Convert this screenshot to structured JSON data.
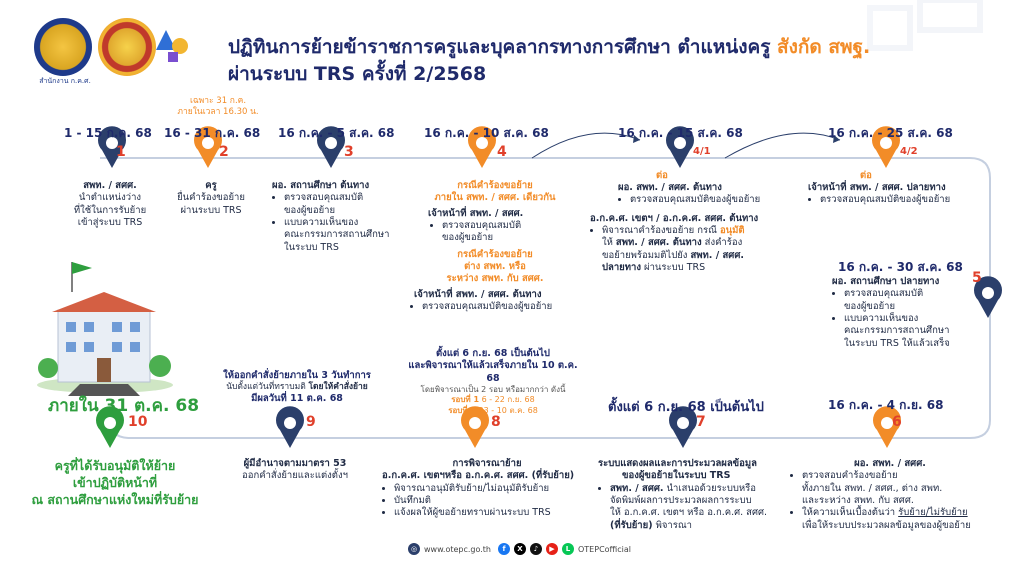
{
  "header": {
    "org_caption": "สำนักงาน ก.ค.ศ.",
    "title_line1_main": "ปฏิทินการย้ายข้าราชการครูและบุคลากรทางการศึกษา ตำแหน่งครู ",
    "title_line1_highlight": "สังกัด สพฐ.",
    "title_line2": "ผ่านระบบ TRS ครั้งที่ 2/2568"
  },
  "steps": {
    "s1": {
      "date": "1 - 15 ก.ค. 68",
      "num": "1",
      "head": "สพท. / สศศ.",
      "body": "นำตำแหน่งว่าง\nที่ใช้ในการรับย้าย\nเข้าสู่ระบบ TRS"
    },
    "s2": {
      "date": "16 - 31 ก.ค. 68",
      "num": "2",
      "note1": "เฉพาะ 31 ก.ค.",
      "note2": "ภายในเวลา 16.30 น.",
      "head": "ครู",
      "body": "ยื่นคำร้องขอย้าย\nผ่านระบบ TRS"
    },
    "s3": {
      "date": "16 ก.ค. - 5 ส.ค. 68",
      "num": "3",
      "head": "ผอ. สถานศึกษา ต้นทาง",
      "b1": "ตรวจสอบคุณสมบัติ\nของผู้ขอย้าย",
      "b2": "แบบความเห็นของ\nคณะกรรมการสถานศึกษา\nในระบบ TRS"
    },
    "s4": {
      "date": "16 ก.ค. - 10 ส.ค. 68",
      "num": "4",
      "case1_l1": "กรณีคำร้องขอย้าย",
      "case1_l2": "ภายใน สพท. / สศศ. เดียวกัน",
      "case1_head": "เจ้าหน้าที่ สพท. / สศศ.",
      "case1_b1": "ตรวจสอบคุณสมบัติ\nของผู้ขอย้าย",
      "case2_l1": "กรณีคำร้องขอย้าย",
      "case2_l2": "ต่าง สพท. หรือ",
      "case2_l3": "ระหว่าง สพท. กับ สศศ.",
      "case2_head": "เจ้าหน้าที่ สพท. / สศศ. ต้นทาง",
      "case2_b1": "ตรวจสอบคุณสมบัติของผู้ขอย้าย"
    },
    "s41": {
      "date": "16 ก.ค. - 15 ส.ค. 68",
      "tag": "ต่อ",
      "num": "4/1",
      "head1": "ผอ. สพท. / สศศ. ต้นทาง",
      "b1": "ตรวจสอบคุณสมบัติของผู้ขอย้าย",
      "head2": "อ.ก.ค.ศ. เขตฯ / อ.ก.ค.ศ. สศศ. ต้นทาง",
      "b2_a": "พิจารณาคำร้องขอย้าย กรณี ",
      "b2_approve": "อนุมัติ",
      "b2_b": "ให้ ",
      "b2_c": "สพท. / สศศ. ต้นทาง",
      "b2_d": " ส่งคำร้อง",
      "b2_e": "ขอย้ายพร้อมมติไปยัง ",
      "b2_f": "สพท. / สศศ.",
      "b2_g": "ปลายทาง",
      "b2_h": " ผ่านระบบ TRS"
    },
    "s42": {
      "date": "16 ก.ค. - 25 ส.ค. 68",
      "tag": "ต่อ",
      "num": "4/2",
      "head": "เจ้าหน้าที่ สพท. / สศศ. ปลายทาง",
      "b1": "ตรวจสอบคุณสมบัติของผู้ขอย้าย"
    },
    "s5": {
      "date": "16 ก.ค. - 30 ส.ค. 68",
      "num": "5",
      "head": "ผอ. สถานศึกษา ปลายทาง",
      "b1": "ตรวจสอบคุณสมบัติ\nของผู้ขอย้าย",
      "b2": "แบบความเห็นของ\nคณะกรรมการสถานศึกษา\nในระบบ TRS ให้แล้วเสร็จ"
    },
    "s6": {
      "date": "16 ก.ค. - 4 ก.ย. 68",
      "num": "6",
      "head": "ผอ. สพท. / สศศ.",
      "b1": "ตรวจสอบคำร้องขอย้าย\nทั้งภายใน สพท. / สศศ., ต่าง สพท.\nและระหว่าง สพท. กับ สศศ.",
      "b2_a": "ให้ความเห็นเบื้องต้นว่า ",
      "b2_u": "รับย้าย/ไม่รับย้าย",
      "b2_b": "เพื่อให้ระบบประมวลผลข้อมูลของผู้ขอย้าย"
    },
    "s7": {
      "date": "ตั้งแต่ 6 ก.ย. 68 เป็นต้นไป",
      "num": "7",
      "head1": "ระบบแสดงผลและการประมวลผลข้อมูล",
      "head2": "ของผู้ขอย้ายในระบบ TRS",
      "b1_a": "สพท. / สศศ.",
      "b1_b": " นำเสนอด้วยระบบหรือ\nจัดพิมพ์ผลการประมวลผลการระบบ\nให้ อ.ก.ค.ศ. เขตฯ หรือ อ.ก.ค.ศ. สศศ.",
      "b1_c": "(ที่รับย้าย)",
      "b1_d": " พิจารณา"
    },
    "s8": {
      "num": "8",
      "top1": "ตั้งแต่ 6 ก.ย. 68 เป็นต้นไป",
      "top2": "และพิจารณาให้แล้วเสร็จภายใน 10 ต.ค. 68",
      "top3": "โดยพิจารณาเป็น 2 รอบ หรือมากกว่า ดังนี้",
      "r1_label": "รอบที่ 1",
      "r1_val": "6 - 22 ก.ย. 68",
      "r2_label": "รอบที่ 2",
      "r2_val": "23 - 10 ต.ค. 68",
      "head1": "การพิจารณาย้าย",
      "head2": "อ.ก.ค.ศ. เขตฯหรือ อ.ก.ค.ศ. สศศ. (ที่รับย้าย)",
      "b1": "พิจารณาอนุมัติรับย้าย/ไม่อนุมัติรับย้าย",
      "b2": "บันทึกมติ",
      "b3": "แจ้งผลให้ผู้ขอย้ายทราบผ่านระบบ TRS"
    },
    "s9": {
      "num": "9",
      "top1": "ให้ออกคำสั่งย้ายภายใน 3 วันทำการ",
      "top2_a": "นับตั้งแต่วันที่ทราบมติ ",
      "top2_b": "โดยให้คำสั่งย้าย",
      "top3": "มีผลวันที่ 11 ต.ค. 68",
      "head": "ผู้มีอำนาจตามมาตรา 53",
      "body": "ออกคำสั่งย้ายและแต่งตั้งฯ"
    },
    "s10": {
      "num": "10",
      "date": "ภายใน 31 ต.ค. 68",
      "l1": "ครูที่ได้รับอนุมัติให้ย้าย",
      "l2": "เข้าปฏิบัติหน้าที่",
      "l3": "ณ สถานศึกษาแห่งใหม่ที่รับย้าย"
    }
  },
  "footer": {
    "website": "www.otepc.go.th",
    "social": "OTEPCofficial"
  },
  "colors": {
    "navy": "#2b3f6b",
    "orange": "#f28c28",
    "red": "#e0402b",
    "green": "#2e9e3e",
    "track": "#c5cfe0"
  }
}
